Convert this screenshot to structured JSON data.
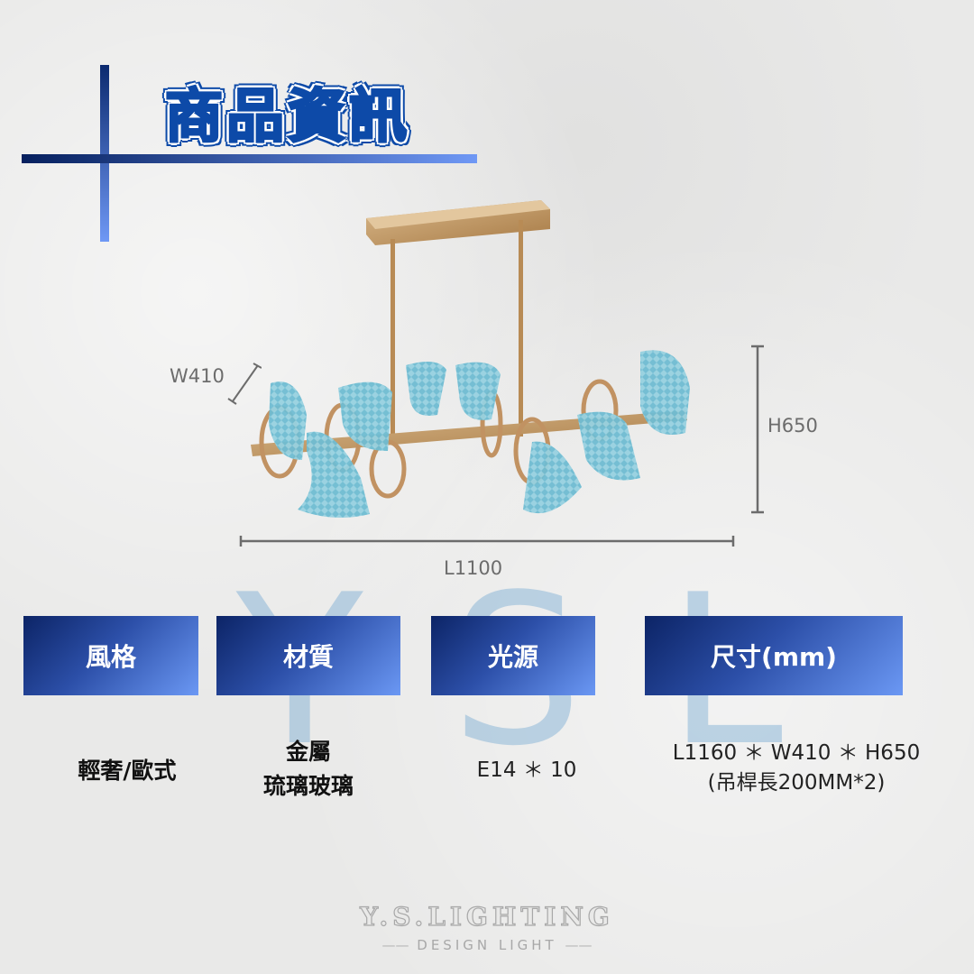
{
  "header": {
    "title": "商品資訊"
  },
  "watermark": {
    "letters": [
      "Y",
      "S",
      "L"
    ]
  },
  "product_image": {
    "description": "Gold linear chandelier with blue textured glass ribbon shades",
    "colors": {
      "metal": "#c59a63",
      "glass": "#6fbcd2"
    }
  },
  "dimensions": {
    "width_label": "W410",
    "height_label": "H650",
    "length_label": "L1100"
  },
  "specs": {
    "columns": [
      {
        "header": "風格",
        "values": [
          "輕奢/歐式"
        ]
      },
      {
        "header": "材質",
        "values": [
          "金屬",
          "琉璃玻璃"
        ]
      },
      {
        "header": "光源",
        "values": [
          "E14 ＊ 10"
        ]
      },
      {
        "header": "尺寸(mm)",
        "values": [
          "L1160 ＊ W410 ＊ H650",
          "(吊桿長200MM*2)"
        ]
      }
    ]
  },
  "footer": {
    "brand": "Y.S.LIGHTING",
    "tagline": "DESIGN LIGHT"
  },
  "colors": {
    "title_blue": "#0d4aa8",
    "box_dark": "#0c2466",
    "box_light": "#6b98f4"
  }
}
